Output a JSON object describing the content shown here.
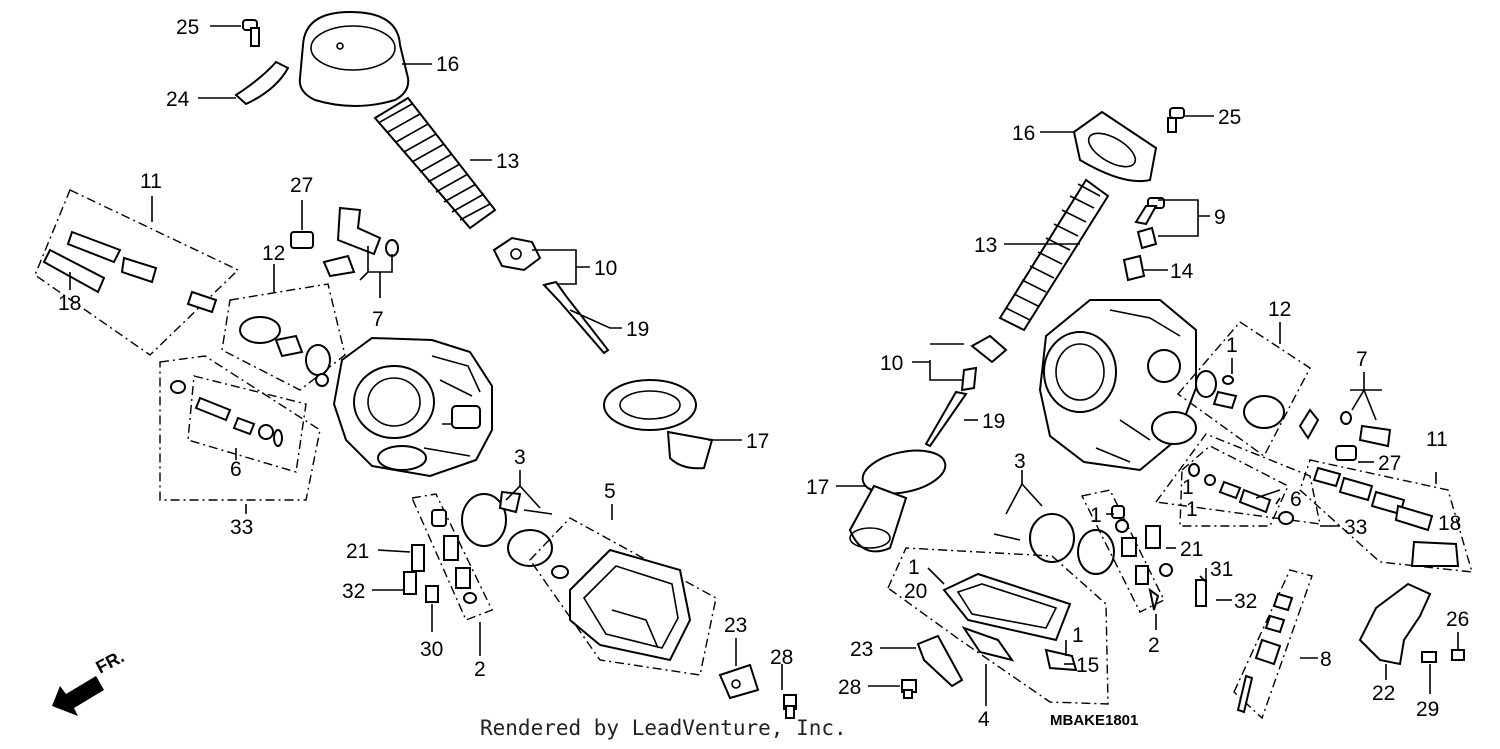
{
  "diagram": {
    "credit": "Rendered by LeadVenture, Inc.",
    "drawing_code": "MBAKE1801",
    "direction_label": "FR."
  },
  "callouts": {
    "left": {
      "c25": "25",
      "c16": "16",
      "c24": "24",
      "c13": "13",
      "c11": "11",
      "c27": "27",
      "c12": "12",
      "c18": "18",
      "c10": "10",
      "c7": "7",
      "c19": "19",
      "c6": "6",
      "c33": "33",
      "c17": "17",
      "c3": "3",
      "c5": "5",
      "c21": "21",
      "c32": "32",
      "c30": "30",
      "c2": "2",
      "c23": "23",
      "c28": "28"
    },
    "right": {
      "c16": "16",
      "c25": "25",
      "c9": "9",
      "c13": "13",
      "c14": "14",
      "c12": "12",
      "c10": "10",
      "c1a": "1",
      "c7": "7",
      "c19": "19",
      "c11": "11",
      "c27": "27",
      "c3": "3",
      "c17": "17",
      "c1b": "1",
      "c1c": "1",
      "c6": "6",
      "c18": "18",
      "c33": "33",
      "c21": "21",
      "c1d": "1",
      "c20": "20",
      "c31": "31",
      "c32": "32",
      "c2": "2",
      "c23": "23",
      "c1e": "1",
      "c15": "15",
      "c8": "8",
      "c26": "26",
      "c28": "28",
      "c22": "22",
      "c29": "29",
      "c4": "4"
    }
  }
}
